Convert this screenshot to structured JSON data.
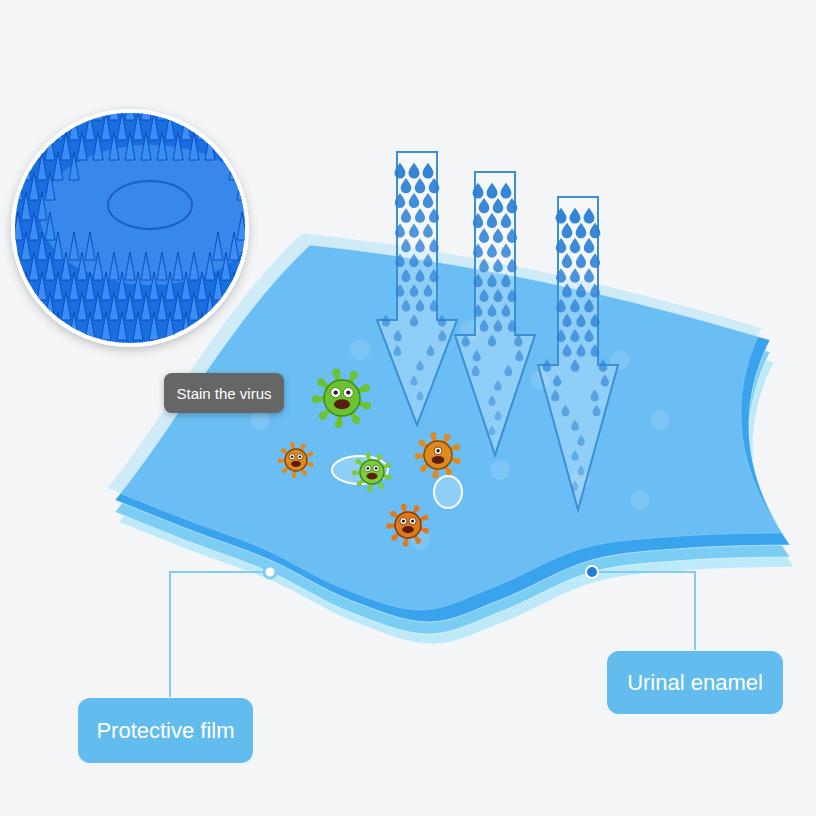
{
  "diagram": {
    "nodes": [
      {
        "text": [
          "Stain the virus"
        ]
      },
      {
        "text": [
          "Urinal enamel"
        ]
      },
      {
        "text": [
          "Protective film"
        ]
      }
    ]
  }
}
